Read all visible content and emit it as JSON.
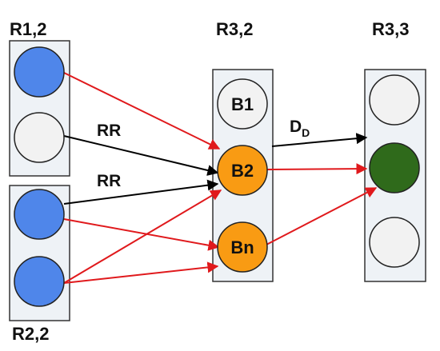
{
  "groups": {
    "r12": {
      "label": "R1,2"
    },
    "r22": {
      "label": "R2,2"
    },
    "r32": {
      "label": "R3,2"
    },
    "r33": {
      "label": "R3,3"
    }
  },
  "nodes": {
    "b1": {
      "label": "B1",
      "fill": "#f2f2f2"
    },
    "b2": {
      "label": "B2",
      "fill": "#f99b13"
    },
    "bn": {
      "label": "Bn",
      "fill": "#f99b13"
    },
    "r33_top": {
      "fill": "#f2f2f2"
    },
    "r33_mid": {
      "fill": "#2f6a1b"
    },
    "r33_bot": {
      "fill": "#f2f2f2"
    },
    "r12_top": {
      "fill": "#4f86ea"
    },
    "r12_bot": {
      "fill": "#f2f2f2"
    },
    "r22_top": {
      "fill": "#4f86ea"
    },
    "r22_bot": {
      "fill": "#4f86ea"
    }
  },
  "edge_labels": {
    "rr_upper": "RR",
    "rr_lower": "RR",
    "dd_main": "D",
    "dd_sub": "D"
  },
  "colors": {
    "red_arrow": "#e0191c",
    "black_arrow": "#000000",
    "box_fill": "#eef2f6",
    "box_stroke": "#333333"
  }
}
